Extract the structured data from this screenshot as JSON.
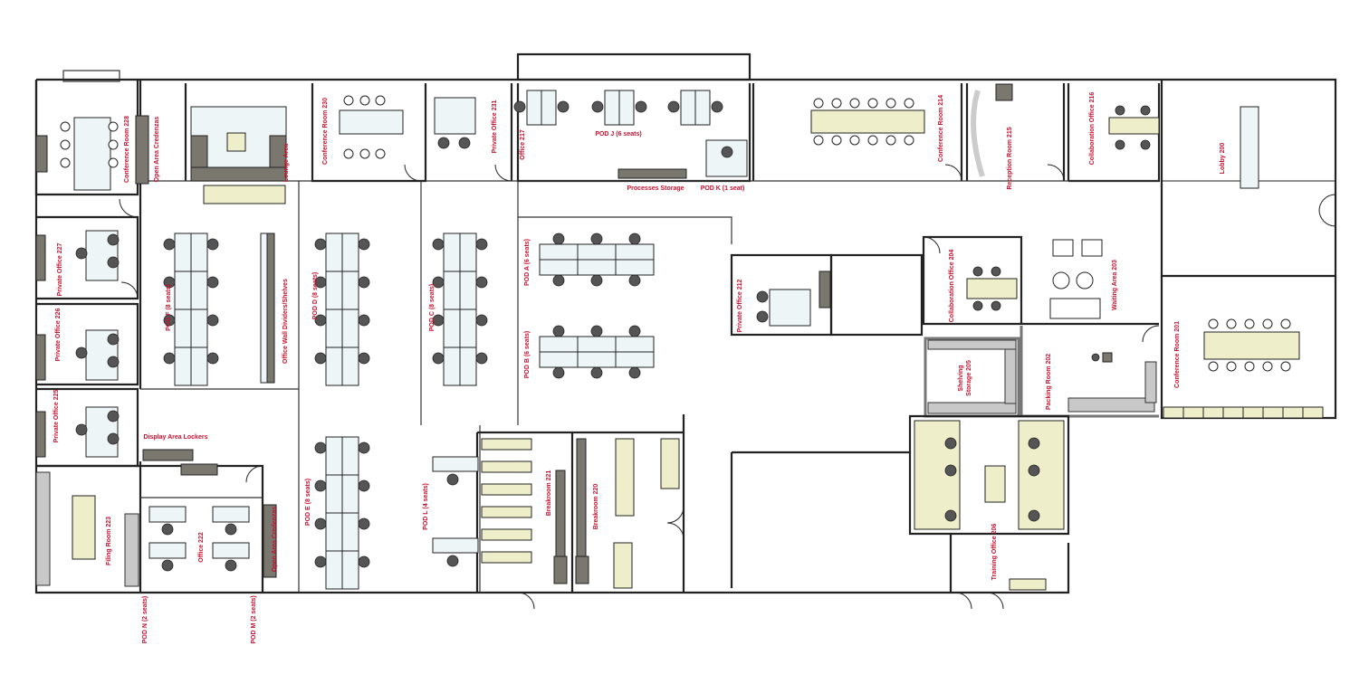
{
  "plan": {
    "rooms": {
      "conf_228": "Conference Room 228",
      "credenzas_top": "Open Area Credenzas",
      "lounge": "Lounge Area",
      "conf_230": "Conference Room 230",
      "priv_231": "Private Office 231",
      "office_217": "Office 217",
      "pod_j": "POD J (6 seats)",
      "processes_storage": "Processes Storage",
      "pod_k": "POD K (1 seat)",
      "conf_214": "Conference Room 214",
      "reception_215": "Reception Room 215",
      "collab_216": "Collaboration Office 216",
      "lobby_200": "Lobby 200",
      "priv_227": "Private Office 227",
      "priv_226": "Private Office 226",
      "priv_225": "Private Office 225",
      "pod_f": "POD F (8 seats)",
      "wall_dividers": "Office Wall Dividers/Shelves",
      "pod_d": "POD D (8 seats)",
      "pod_c": "POD C (8 seats)",
      "pod_a": "POD A (6 seats)",
      "pod_b": "POD B (6 seats)",
      "priv_212": "Private Office 212",
      "collab_204": "Collaboration Office 204",
      "waiting_203": "Waiting Area 203",
      "shelving_205_l1": "Shelving",
      "shelving_205_l2": "Storage 205",
      "packing_202": "Packing Room 202",
      "conf_201": "Conference Room 201",
      "display_lockers": "Display Area Lockers",
      "filing_223": "Filing Room 223",
      "office_222": "Office 222",
      "credenzas_bottom": "Open Area Credenzas",
      "pod_e": "POD E (8 seats)",
      "pod_l": "POD L (4 seats)",
      "break_221": "Breakroom 221",
      "break_220": "Breakroom 220",
      "training_206": "Training Office 206",
      "pod_n": "POD N (2 seats)",
      "pod_m": "POD M (2 seats)"
    },
    "colors": {
      "label": "#c8102e",
      "wall": "#222222",
      "desk": "#eef5f6",
      "table": "#eeeecb"
    }
  }
}
